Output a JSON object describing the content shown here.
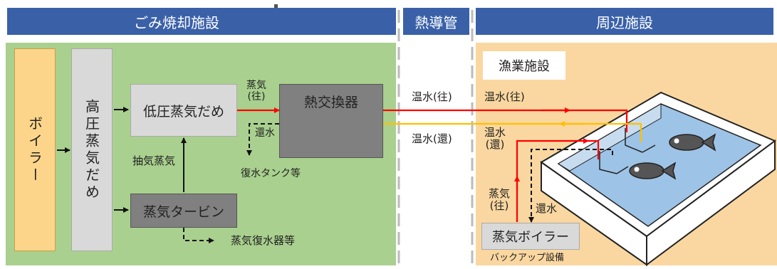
{
  "headers": {
    "incineration": "ごみ焼却施設",
    "heat_pipe": "熱導管",
    "surrounding": "周辺施設"
  },
  "boiler": "ボイラー",
  "hp_drum": "高圧蒸気だめ",
  "lp_drum": "低圧蒸気だめ",
  "turbine": "蒸気タービン",
  "heat_exchanger": "熱交換器",
  "labels": {
    "steam_out_inc": "蒸気\n(往)",
    "return_water_inc": "還水",
    "condensate_tank": "復水タンク等",
    "extraction_steam": "抽気蒸気",
    "condenser": "蒸気復水器等",
    "hot_water_out_pipe": "温水(往)",
    "hot_water_ret_pipe": "温水(還)",
    "hot_water_out_fac": "温水(往)",
    "hot_water_ret_fac": "温水\n(還)",
    "steam_out_fac": "蒸気\n(往)",
    "return_water_fac": "還水"
  },
  "fishery": "漁業施設",
  "backup_boiler": "蒸気ボイラー",
  "backup_label": "バックアップ設備",
  "colors": {
    "header_blue": "#3a61a8",
    "incineration_green": "#a9d08e",
    "surrounding_orange": "#fad7a0",
    "boiler_yellow": "#fdd58a",
    "steam_red": "#ff0000",
    "return_orange": "#ffc000"
  }
}
